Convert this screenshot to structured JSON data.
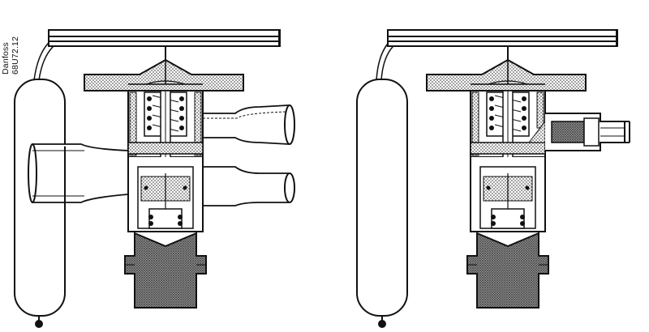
{
  "figure": {
    "credit_line1": "Danfoss",
    "credit_line2": "68U72.12"
  },
  "valves": [
    {
      "variant": "internal-equalization"
    },
    {
      "variant": "external-equalization"
    }
  ]
}
